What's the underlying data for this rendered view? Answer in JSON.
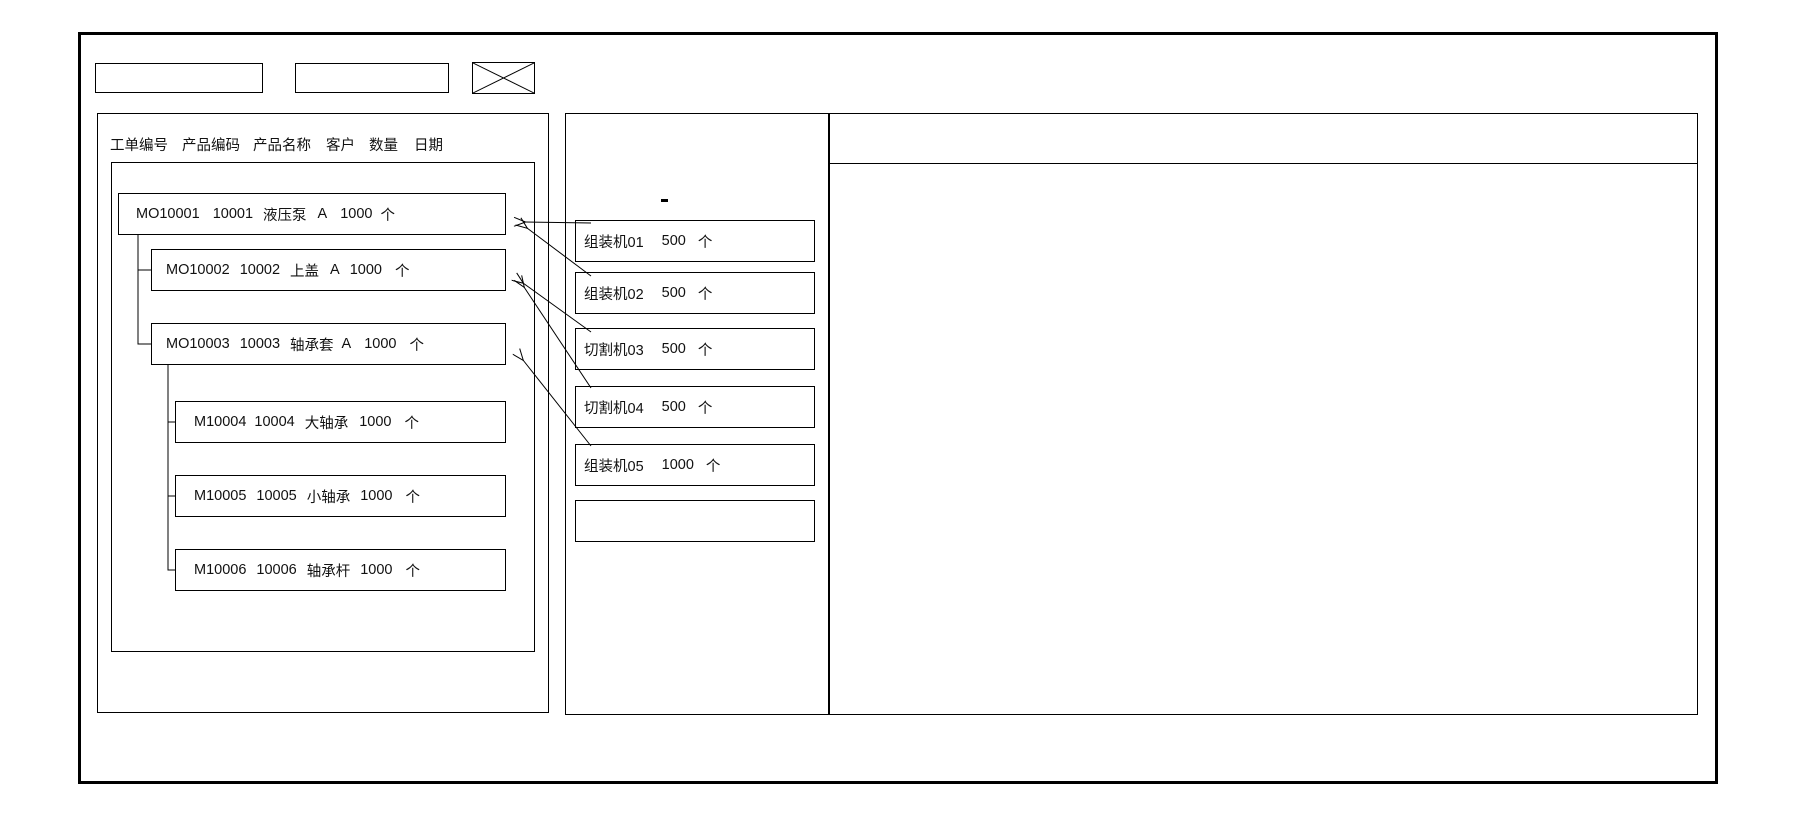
{
  "window": {
    "title": ""
  },
  "toolbar": {
    "field1_value": "",
    "field1_placeholder": "",
    "field2_value": "",
    "field2_placeholder": "",
    "image_placeholder_name": "image-placeholder-icon"
  },
  "left_panel": {
    "column_headers": [
      "工单编号",
      "产品编码",
      "产品名称",
      "客户",
      "数量",
      "日期"
    ],
    "rows": [
      {
        "order_no": "MO10001",
        "product_code": "10001",
        "product_name": "液压泵",
        "customer": "A",
        "qty": "1000",
        "unit": "个",
        "depth": 0
      },
      {
        "order_no": "MO10002",
        "product_code": "10002",
        "product_name": "上盖",
        "customer": "A",
        "qty": "1000",
        "unit": "个",
        "depth": 1
      },
      {
        "order_no": "MO10003",
        "product_code": "10003",
        "product_name": "轴承套",
        "customer": "A",
        "qty": "1000",
        "unit": "个",
        "depth": 1
      },
      {
        "order_no": "M10004",
        "product_code": "10004",
        "product_name": "大轴承",
        "customer": "",
        "qty": "1000",
        "unit": "个",
        "depth": 2
      },
      {
        "order_no": "M10005",
        "product_code": "10005",
        "product_name": "小轴承",
        "customer": "",
        "qty": "1000",
        "unit": "个",
        "depth": 2
      },
      {
        "order_no": "M10006",
        "product_code": "10006",
        "product_name": "轴承杆",
        "customer": "",
        "qty": "1000",
        "unit": "个",
        "depth": 2
      }
    ]
  },
  "middle_panel": {
    "cards": [
      {
        "name": "组装机01",
        "qty": "500",
        "unit": "个"
      },
      {
        "name": "组装机02",
        "qty": "500",
        "unit": "个"
      },
      {
        "name": "切割机03",
        "qty": "500",
        "unit": "个"
      },
      {
        "name": "切割机04",
        "qty": "500",
        "unit": "个"
      },
      {
        "name": "组装机05",
        "qty": "1000",
        "unit": "个"
      },
      {
        "name": "",
        "qty": "",
        "unit": ""
      }
    ]
  },
  "right_panel": {
    "header_text": "",
    "body_text": ""
  },
  "colors": {
    "stroke": "#000000",
    "background": "#ffffff",
    "text": "#111111"
  }
}
